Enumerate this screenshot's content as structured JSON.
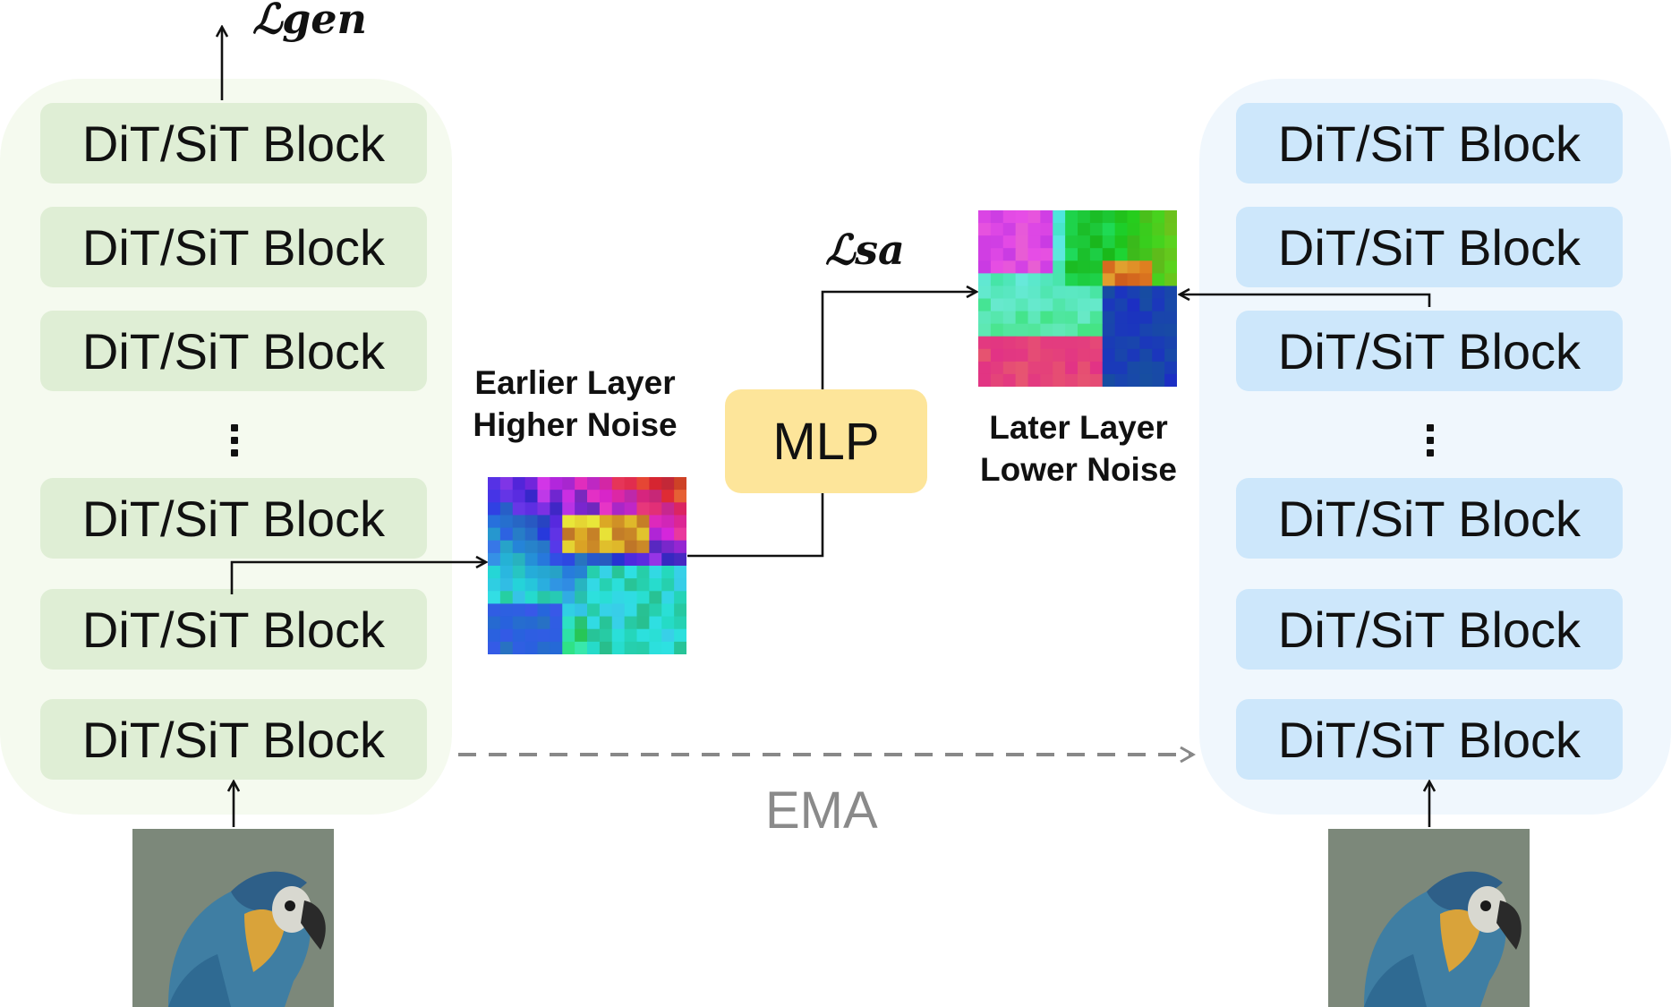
{
  "student": {
    "blocks_top": [
      "DiT/SiT Block",
      "DiT/SiT Block",
      "DiT/SiT Block"
    ],
    "blocks_bottom": [
      "DiT/SiT Block",
      "DiT/SiT Block",
      "DiT/SiT Block"
    ],
    "loss_label": "ℒgen",
    "panel_color": "#f5faef",
    "block_color": "#dfeed5"
  },
  "teacher": {
    "blocks_top": [
      "DiT/SiT Block",
      "DiT/SiT Block",
      "DiT/SiT Block"
    ],
    "blocks_bottom": [
      "DiT/SiT Block",
      "DiT/SiT Block",
      "DiT/SiT Block"
    ],
    "panel_color": "#f0f7fd",
    "block_color": "#cde7fb"
  },
  "earlier_feature": {
    "line1": "Earlier Layer",
    "line2": "Higher Noise"
  },
  "later_feature": {
    "line1": "Later Layer",
    "line2": "Lower Noise"
  },
  "mlp_label": "MLP",
  "align_loss_label": "ℒsa",
  "ema_label": "EMA",
  "mlp_color": "#fde59a"
}
